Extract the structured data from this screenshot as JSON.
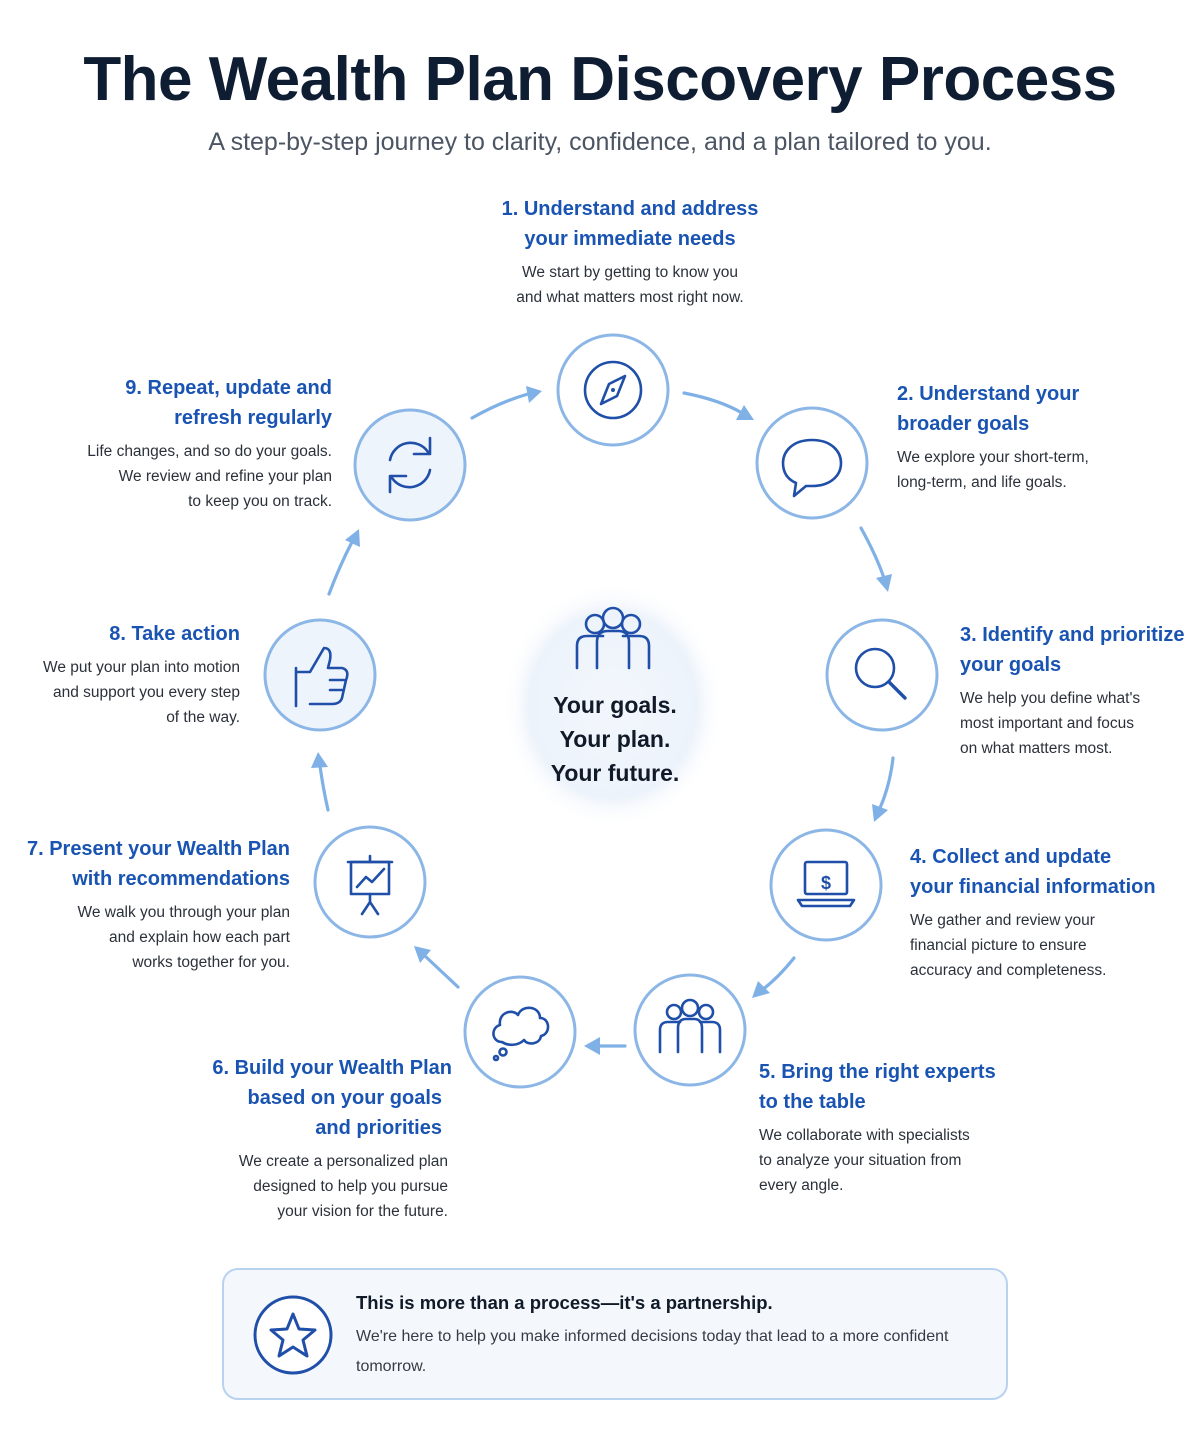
{
  "header": {
    "title": "The Wealth Plan Discovery Process",
    "subtitle": "A step-by-step journey to clarity, confidence, and a plan tailored to you."
  },
  "center": {
    "icon": "people-group-icon",
    "line1": "Your goals.",
    "line2": "Your plan.",
    "line3": "Your future."
  },
  "steps": [
    {
      "title_line1": "1. Understand and address",
      "title_line2": "your immediate needs",
      "desc_line1": "We start by getting to know you",
      "desc_line2": "and what matters most right now.",
      "icon": "compass-icon"
    },
    {
      "title_line1": "2. Understand your",
      "title_line2": "broader goals",
      "desc_line1": "We explore your short-term,",
      "desc_line2": "long-term, and life goals.",
      "icon": "speech-bubble-icon"
    },
    {
      "title_line1": "3. Identify and prioritize",
      "title_line2": "your goals",
      "desc_line1": "We help you define what's",
      "desc_line2": "most important and focus",
      "desc_line3": "on what matters most.",
      "icon": "magnifier-icon"
    },
    {
      "title_line1": "4. Collect and update",
      "title_line2": "your financial information",
      "desc_line1": "We gather and review your",
      "desc_line2": "financial picture to ensure",
      "desc_line3": "accuracy and completeness.",
      "icon": "laptop-dollar-icon"
    },
    {
      "title_line1": "5. Bring the right experts",
      "title_line2": "to the table",
      "desc_line1": "We collaborate with specialists",
      "desc_line2": "to analyze your situation from",
      "desc_line3": "every angle.",
      "icon": "experts-group-icon"
    },
    {
      "title_line1": "6. Build your Wealth Plan",
      "title_line2": "based on your goals",
      "title_line3": "and priorities",
      "desc_line1": "We create a personalized plan",
      "desc_line2": "designed to help you pursue",
      "desc_line3": "your vision for the future.",
      "icon": "thought-cloud-icon"
    },
    {
      "title_line1": "7. Present your Wealth Plan",
      "title_line2": "with recommendations",
      "desc_line1": "We walk you through your plan",
      "desc_line2": "and explain how each part",
      "desc_line3": "works together for you.",
      "icon": "presentation-board-icon"
    },
    {
      "title_line1": "8. Take action",
      "desc_line1": "We put your plan into motion",
      "desc_line2": "and support you every step",
      "desc_line3": "of the way.",
      "icon": "thumbs-up-icon"
    },
    {
      "title_line1": "9. Repeat, update and",
      "title_line2": "refresh regularly",
      "desc_line1": "Life changes, and so do your goals.",
      "desc_line2": "We review and refine your plan",
      "desc_line3": "to keep you on track.",
      "icon": "refresh-icon"
    }
  ],
  "callout": {
    "icon": "star-icon",
    "title": "This is more than a process—it's a partnership.",
    "body": "We're here to help you make informed decisions today that lead to a more confident tomorrow."
  },
  "colors": {
    "title": "#0f1d33",
    "accent": "#1a54b3",
    "ring": "#8cb6e6",
    "arrow": "#7fb0e6",
    "callout_bg": "#f4f7fb"
  }
}
